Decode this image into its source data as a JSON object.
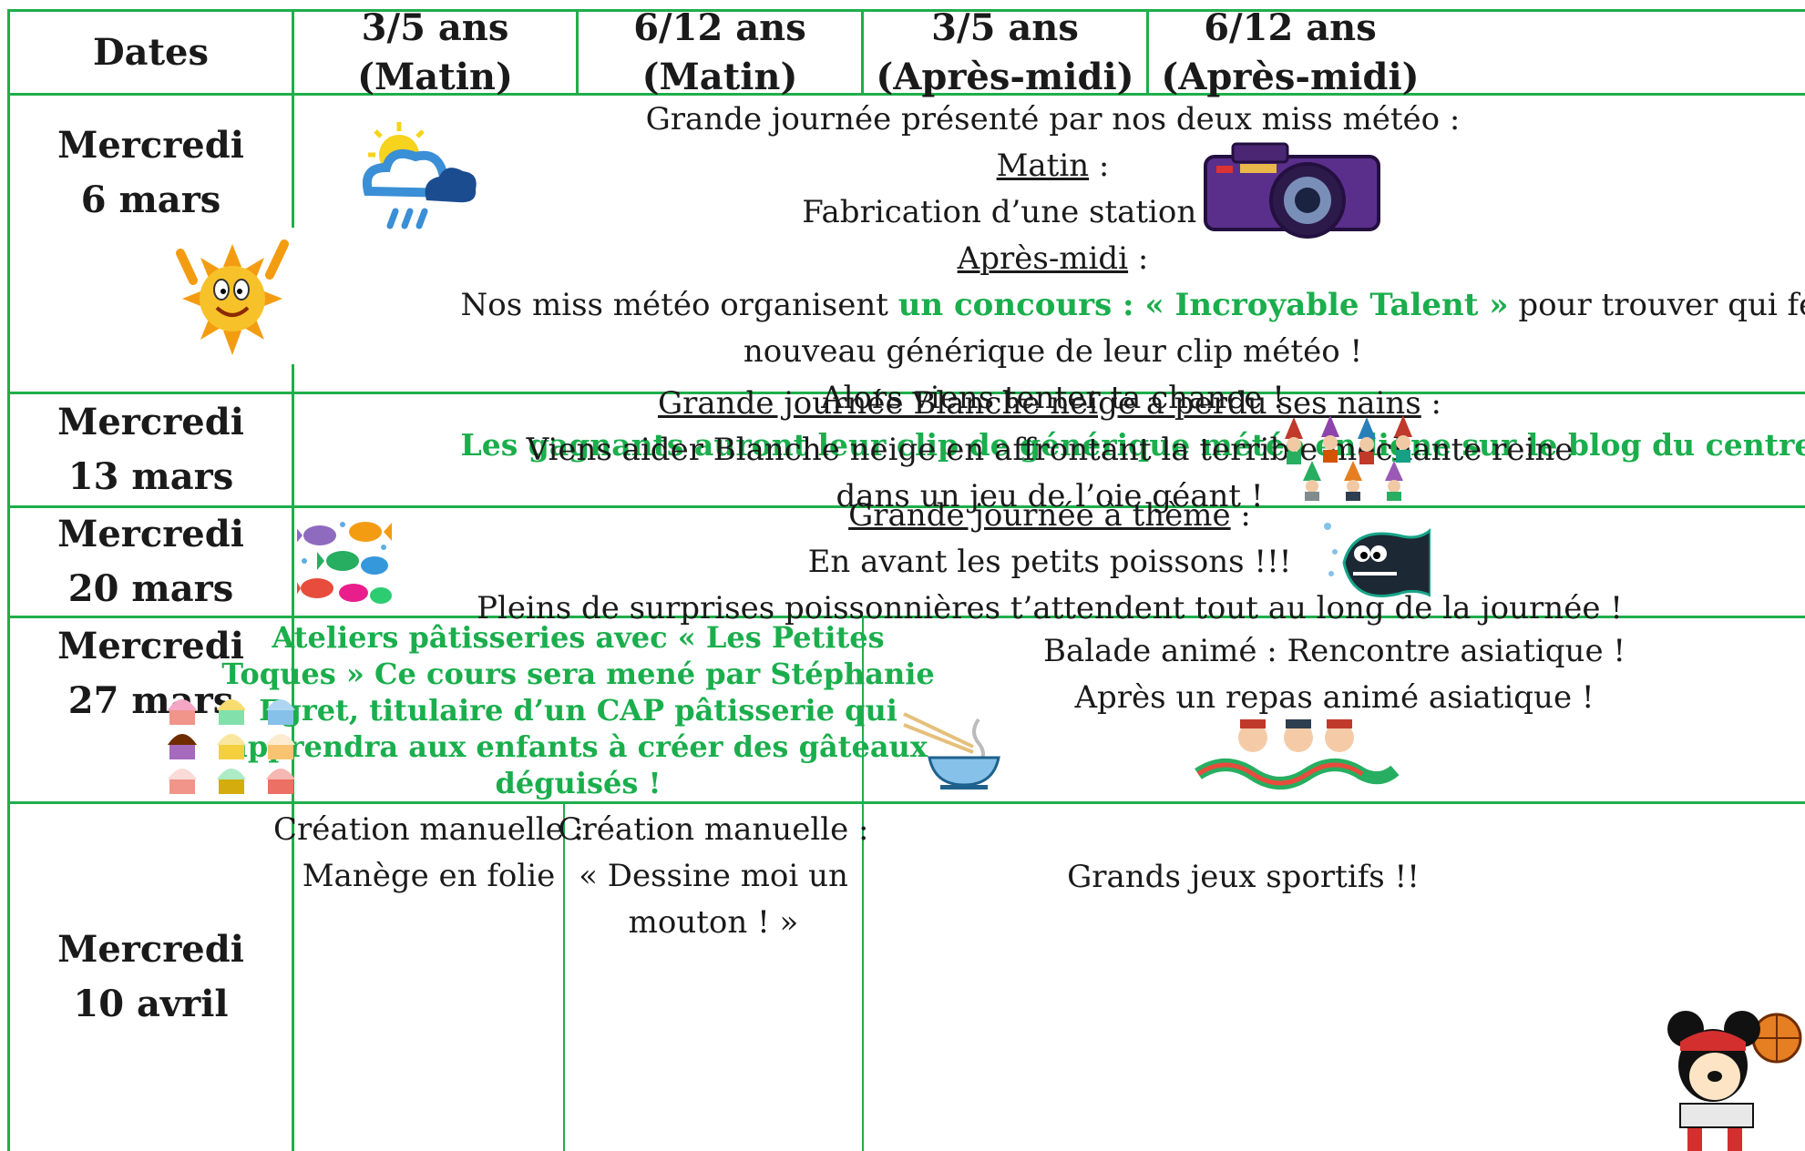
{
  "header": {
    "dates": "Dates",
    "col1": [
      "3/5 ans",
      "(Matin)"
    ],
    "col2": [
      "6/12 ans",
      "(Matin)"
    ],
    "col3": [
      "3/5 ans",
      "(Après-midi)"
    ],
    "col4": [
      "6/12 ans",
      "(Après-midi)"
    ]
  },
  "rows": [
    {
      "date": [
        "Mercredi",
        "6 mars"
      ],
      "line1": "Grande journée présenté par nos deux miss météo :",
      "matin_label": "Matin",
      "matin_suffix": " :",
      "line3": "Fabrication d’une station météo",
      "apm_label": "Après-midi",
      "apm_suffix": " :",
      "line5_pre": "Nos miss météo organisent ",
      "line5_green": "un concours : « Incroyable Talent »",
      "line5_post": " pour trouver qui fera le",
      "line6": "nouveau générique de leur clip météo !",
      "line7": "Alors viens tenter ta chance !",
      "line8": "Les gagnants auront leur clip de générique météo en ligne sur le blog du centre !!"
    },
    {
      "date": [
        "Mercredi",
        "13 mars"
      ],
      "line1_u": "Grande journée Blanche neige a perdu ses nains",
      "line1_suffix": " :",
      "line2": "Viens aider Blanche neige en affrontant la terrible méchante reine",
      "line3": "dans un jeu de l’oie géant !"
    },
    {
      "date": [
        "Mercredi",
        "20 mars"
      ],
      "line1_u": "Grande journée à thème",
      "line1_suffix": " :",
      "line2": "En avant les petits poissons !!!",
      "line3": "Pleins de surprises poissonnières t’attendent tout au long de la journée !"
    },
    {
      "date": [
        "Mercredi",
        "27 mars"
      ],
      "morning": [
        "Ateliers pâtisseries avec « Les Petites",
        "Toques » Ce cours sera mené par Stéphanie",
        "Egret, titulaire d’un CAP pâtisserie qui",
        "apprendra aux enfants à créer des gâteaux",
        "déguisés !"
      ],
      "afternoon": [
        "Balade animé : Rencontre asiatique !",
        "Après un repas animé asiatique !"
      ]
    },
    {
      "date": [
        "Mercredi",
        "10 avril"
      ],
      "c1": [
        "Création manuelle :",
        "Manège en folie"
      ],
      "c2": [
        "Création manuelle :",
        "« Dessine moi un",
        "mouton ! »"
      ],
      "afternoon": "Grands jeux sportifs !!"
    }
  ],
  "colors": {
    "grid": "#1fae4b",
    "accent_green": "#1aae4c",
    "text": "#1a1a1a"
  },
  "images": [
    "sun-cloud-rain-icon",
    "camera-icon",
    "smiling-sun-icon",
    "dwarfs-icon",
    "fish-group-icon",
    "black-fish-icon",
    "cupcakes-icon",
    "noodle-bowl-icon",
    "dragon-dance-icon",
    "mickey-basketball-icon"
  ]
}
